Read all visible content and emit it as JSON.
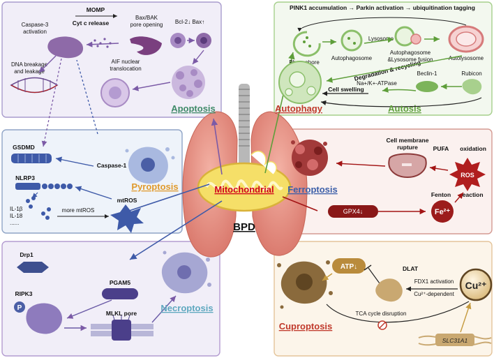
{
  "center": {
    "mito_label": "Mitochondrial",
    "bpd_label": "BPD"
  },
  "apoptosis": {
    "title": "Apoptosis",
    "momp": "MOMP",
    "cytc": "Cyt c release",
    "bax_line1": "Bax/BAK",
    "bax_line2": "pore opening",
    "bcl2": "Bcl-2↓ Bax↑",
    "casp3_line1": "Caspase-3",
    "casp3_line2": "activation",
    "dna_line1": "DNA breakage",
    "dna_line2": "and leakage",
    "aif_line1": "AIF nuclear",
    "aif_line2": "translocation"
  },
  "pyroptosis": {
    "title": "Pyroptosis",
    "gsdmd": "GSDMD",
    "caspase1": "Caspase-1",
    "nlrp3": "NLRP3",
    "mtros": "mtROS",
    "il1b": "IL-1β",
    "il18": "IL-18",
    "dots": "......",
    "more": "more mtROS"
  },
  "necroptosis": {
    "title": "Necroptosis",
    "drp1": "Drp1",
    "pgam5": "PGAM5",
    "ripk3": "RIPK3",
    "p": "P",
    "mlkl": "MLKL pore"
  },
  "autophagy": {
    "title": "Autophagy",
    "autosis": "Autosis",
    "header": "PINK1 accumulation → Parkin activation → ubiquitination tagging",
    "phagophore": "Phagophore",
    "autophagosome": "Autophagosome",
    "lysosome": "Lysosome",
    "fusion_line1": "Autophagosome",
    "fusion_line2": "&Lysosome fusion",
    "autolysosome": "Autolysosome",
    "degradation": "Degradation & recycling",
    "beclin": "Beclin-1",
    "rubicon": "Rubicon",
    "atpase": "Na+/K+-ATPase",
    "swelling": "Cell swelling"
  },
  "ferroptosis": {
    "title": "Ferroptosis",
    "membrane_line1": "Cell membrane",
    "membrane_line2": "rupture",
    "pufa": "PUFA",
    "oxidation": "oxidation",
    "ros": "ROS",
    "fenton": "Fenton",
    "reaction": "reaction",
    "gpx4": "GPX4↓",
    "fe": "Fe²⁺"
  },
  "cuproptosis": {
    "title": "Cuproptosis",
    "atp": "ATP↓",
    "dlat": "DLAT",
    "fdx1": "FDX1 activation",
    "cudep": "Cu²⁺-dependent",
    "cu": "Cu²⁺",
    "tca": "TCA cycle disruption",
    "slc": "SLC31A1"
  },
  "colors": {
    "apoptosis": "#3f8a68",
    "pyroptosis": "#e09a2c",
    "necroptosis": "#5ea8bf",
    "autophagy": "#c0392b",
    "autosis": "#5e9e3a",
    "ferroptosis": "#3b5ea8",
    "cuproptosis": "#c0392b",
    "mito": "#d0021b"
  }
}
